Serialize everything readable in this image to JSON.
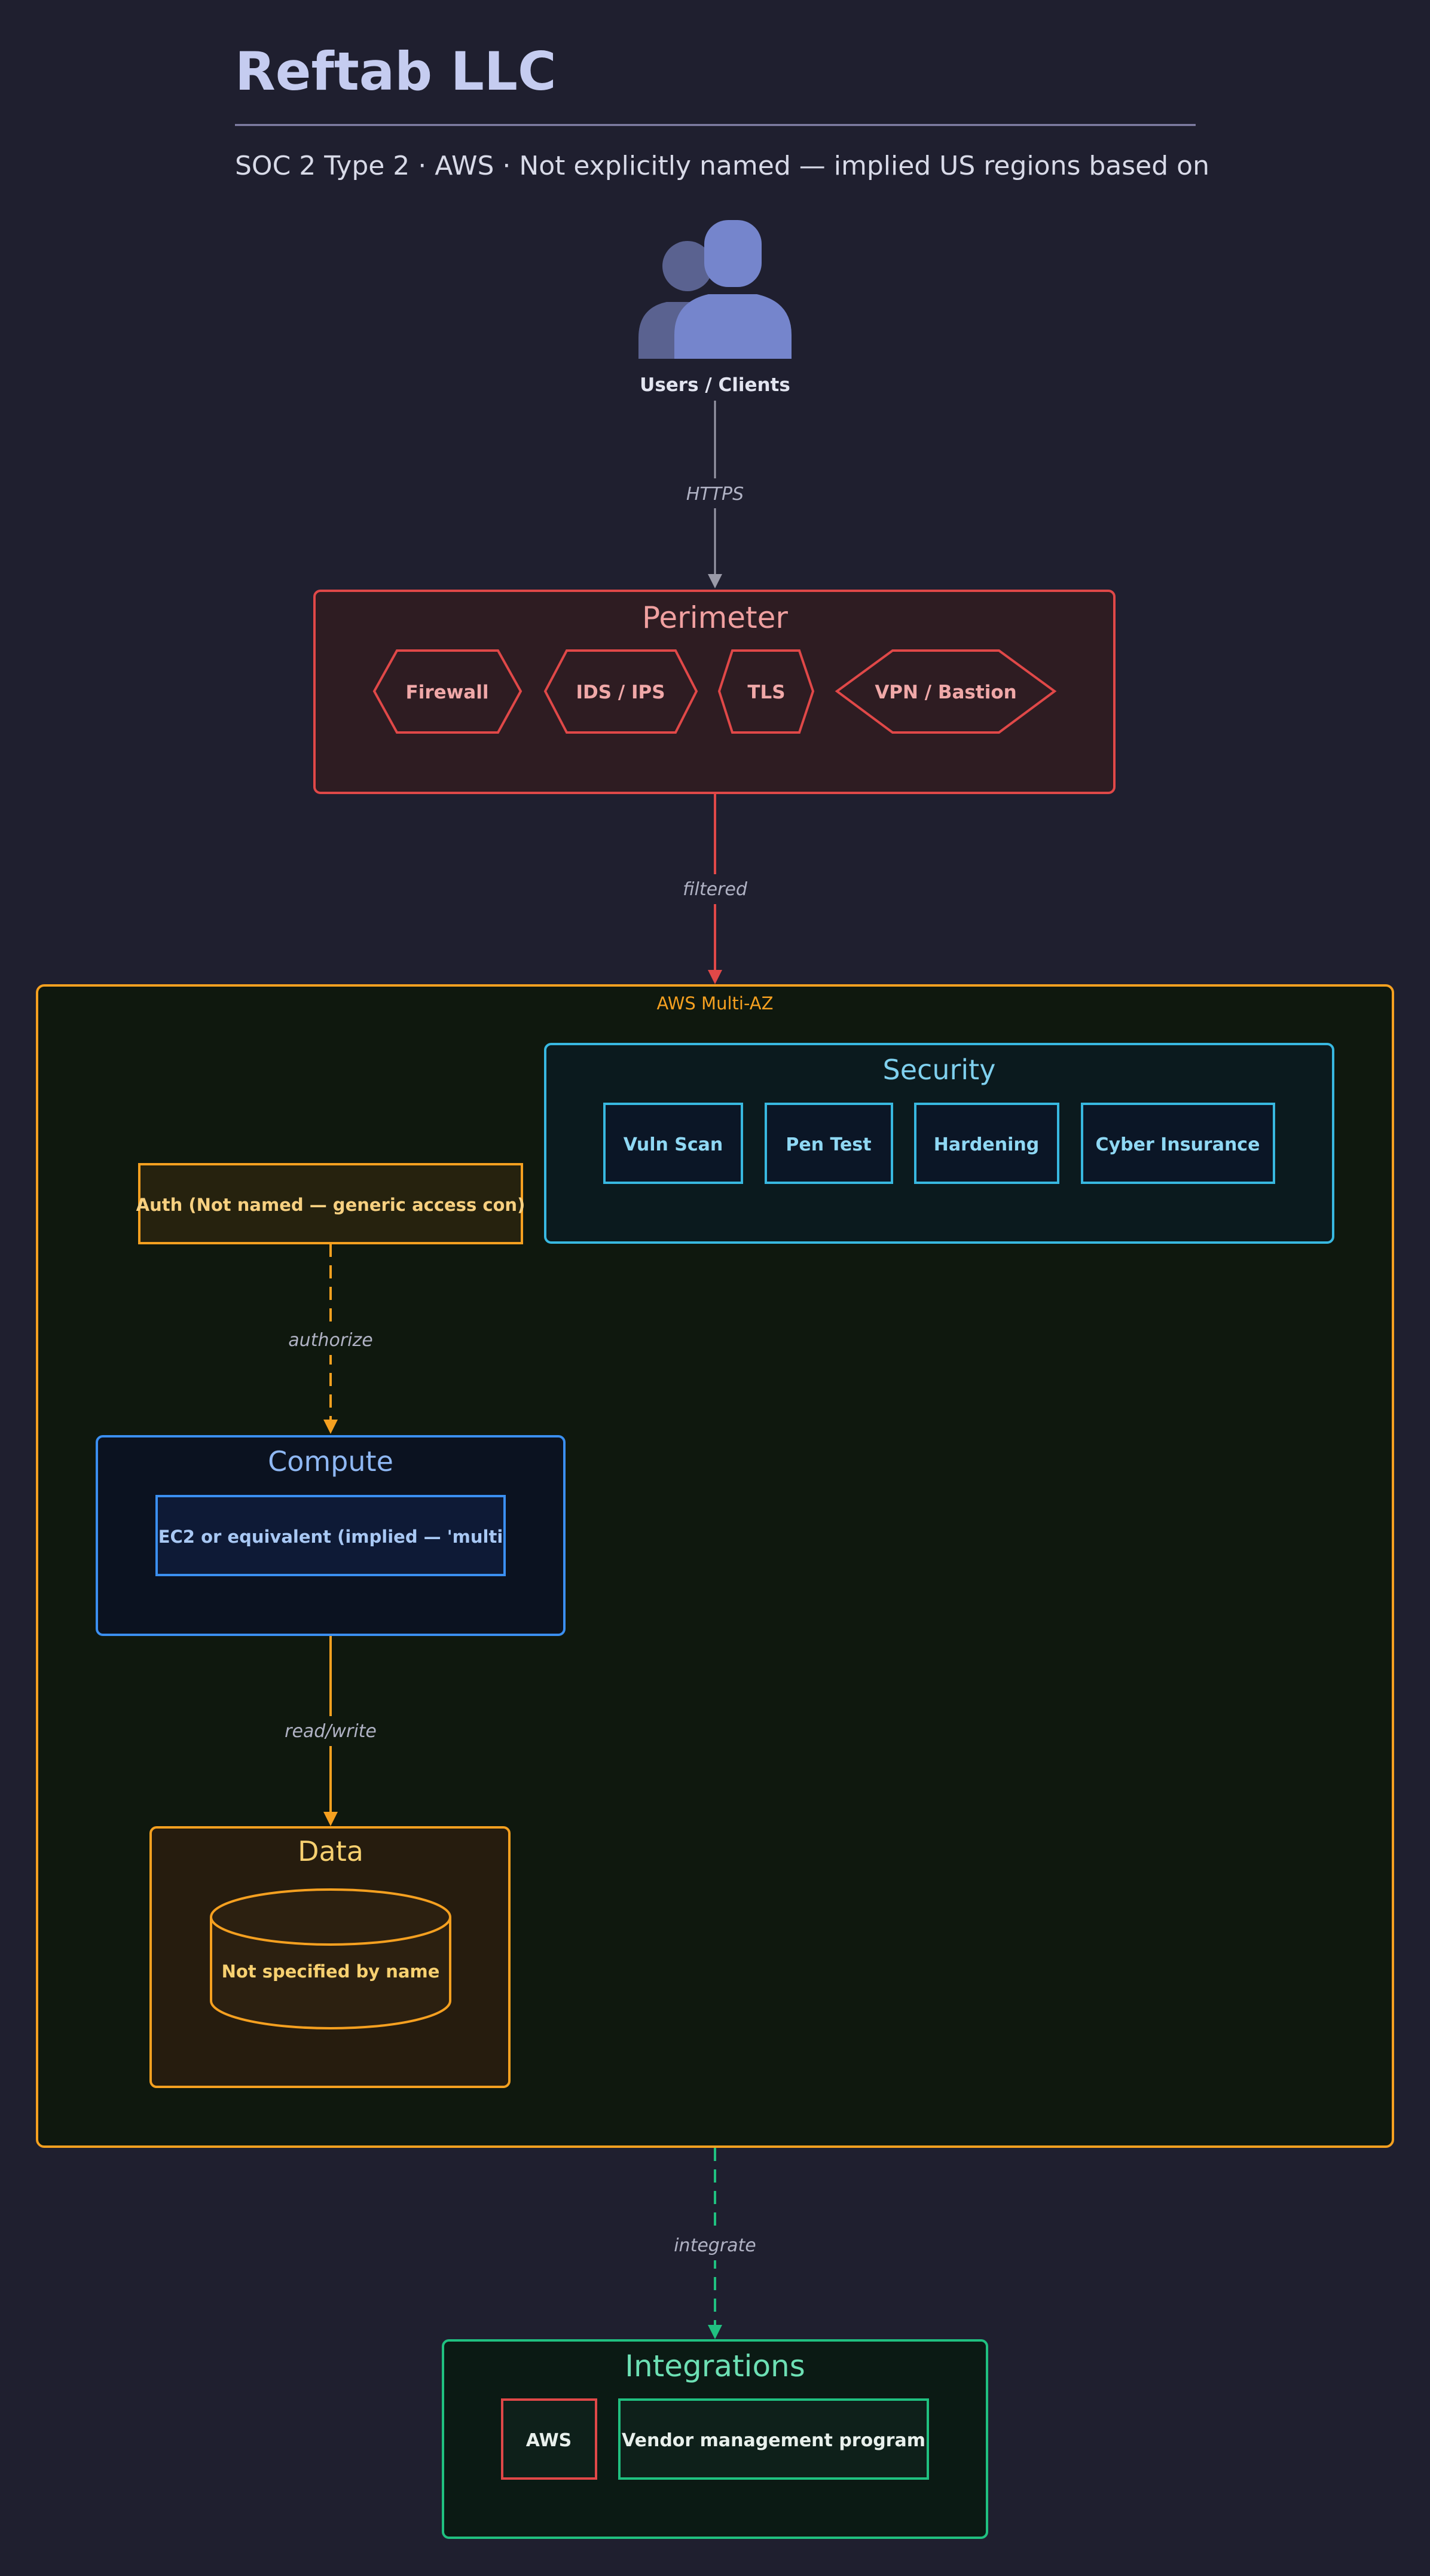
{
  "header": {
    "title": "Reftab LLC",
    "subtitle": "SOC 2 Type 2 · AWS · Not explicitly named — implied US regions based on"
  },
  "colors": {
    "background": "#1f1f2f",
    "perimeter": "#e04848",
    "aws": "#f5a020",
    "security": "#38b8e0",
    "compute": "#3b8ff0",
    "data": "#f5a020",
    "integrations": "#20c080",
    "users": "#7585cc"
  },
  "users": {
    "label": "Users / Clients",
    "icon": "users-icon"
  },
  "edges": {
    "https": "HTTPS",
    "filtered": "filtered",
    "authorize": "authorize",
    "read_write": "read/write",
    "integrate": "integrate"
  },
  "perimeter": {
    "title": "Perimeter",
    "items": [
      "Firewall",
      "IDS / IPS",
      "TLS",
      "VPN / Bastion"
    ]
  },
  "aws": {
    "label": "AWS Multi-AZ"
  },
  "security": {
    "title": "Security",
    "items": [
      "Vuln Scan",
      "Pen Test",
      "Hardening",
      "Cyber Insurance"
    ]
  },
  "auth": {
    "label": "Auth (Not named — generic access con)"
  },
  "compute": {
    "title": "Compute",
    "node": "EC2 or equivalent (implied — 'multi"
  },
  "data": {
    "title": "Data",
    "store": "Not specified by name"
  },
  "integrations": {
    "title": "Integrations",
    "items": [
      "AWS",
      "Vendor management program"
    ]
  }
}
